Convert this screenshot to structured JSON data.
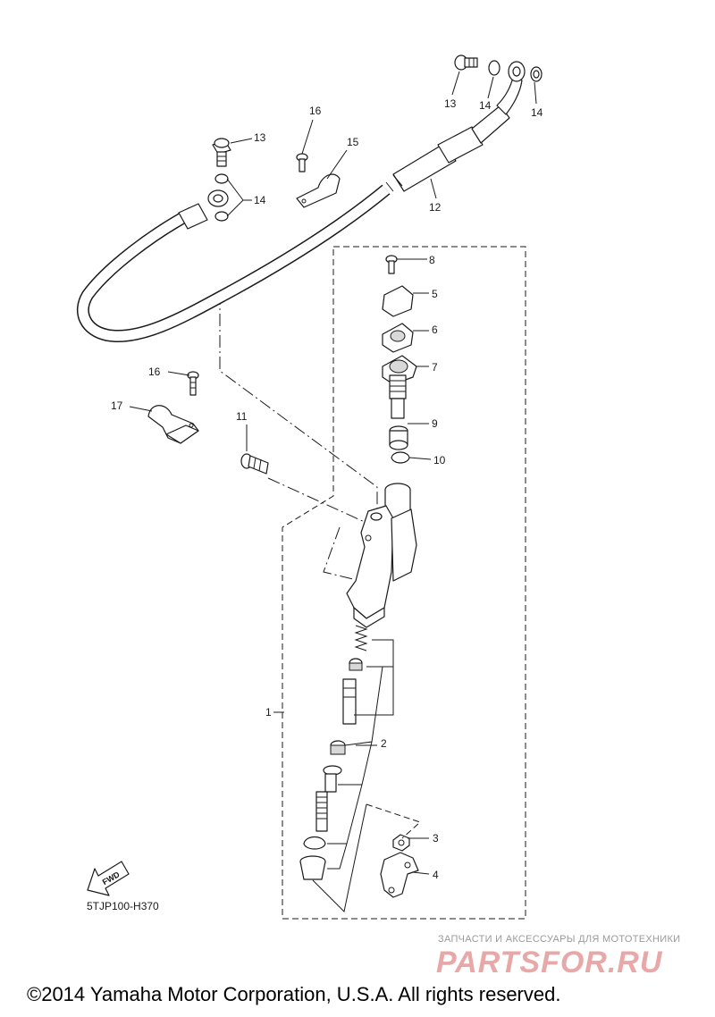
{
  "diagram": {
    "part_labels": {
      "p1": "1",
      "p2": "2",
      "p3": "3",
      "p4": "4",
      "p5": "5",
      "p6": "6",
      "p7": "7",
      "p8": "8",
      "p9": "9",
      "p10": "10",
      "p11": "11",
      "p12": "12",
      "p13a": "13",
      "p13b": "13",
      "p14a": "14",
      "p14b": "14",
      "p14c": "14",
      "p15": "15",
      "p16a": "16",
      "p16b": "16",
      "p17": "17"
    },
    "diagram_code": "5TJP100-H370",
    "fwd_label": "FWD"
  },
  "watermark": {
    "tagline": "ЗАПЧАСТИ И АКСЕССУАРЫ ДЛЯ МОТОТЕХНИКИ",
    "logo": "PARTSFOR.RU"
  },
  "footer": {
    "copyright": "©2014 Yamaha Motor Corporation, U.S.A. All rights reserved."
  }
}
